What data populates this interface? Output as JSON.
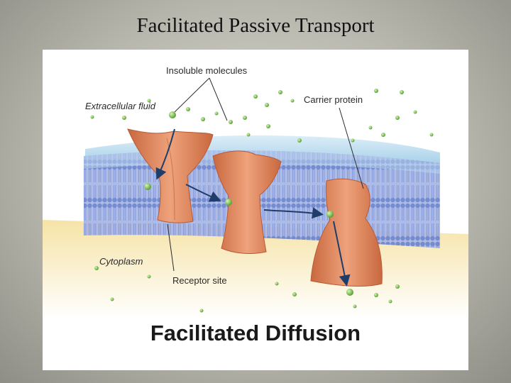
{
  "slide": {
    "title": "Facilitated Passive Transport"
  },
  "diagram": {
    "labels": {
      "insoluble_molecules": "Insoluble molecules",
      "extracellular_fluid": "Extracellular fluid",
      "carrier_protein": "Carrier protein",
      "cytoplasm": "Cytoplasm",
      "receptor_site": "Receptor site"
    },
    "title": "Facilitated Diffusion",
    "colors": {
      "membrane_blue": "#7d9bd6",
      "extracellular": "#a9d3ea",
      "cytoplasm": "#f6e3a6",
      "protein": "#e48f66",
      "molecule": "#79c14d"
    }
  }
}
